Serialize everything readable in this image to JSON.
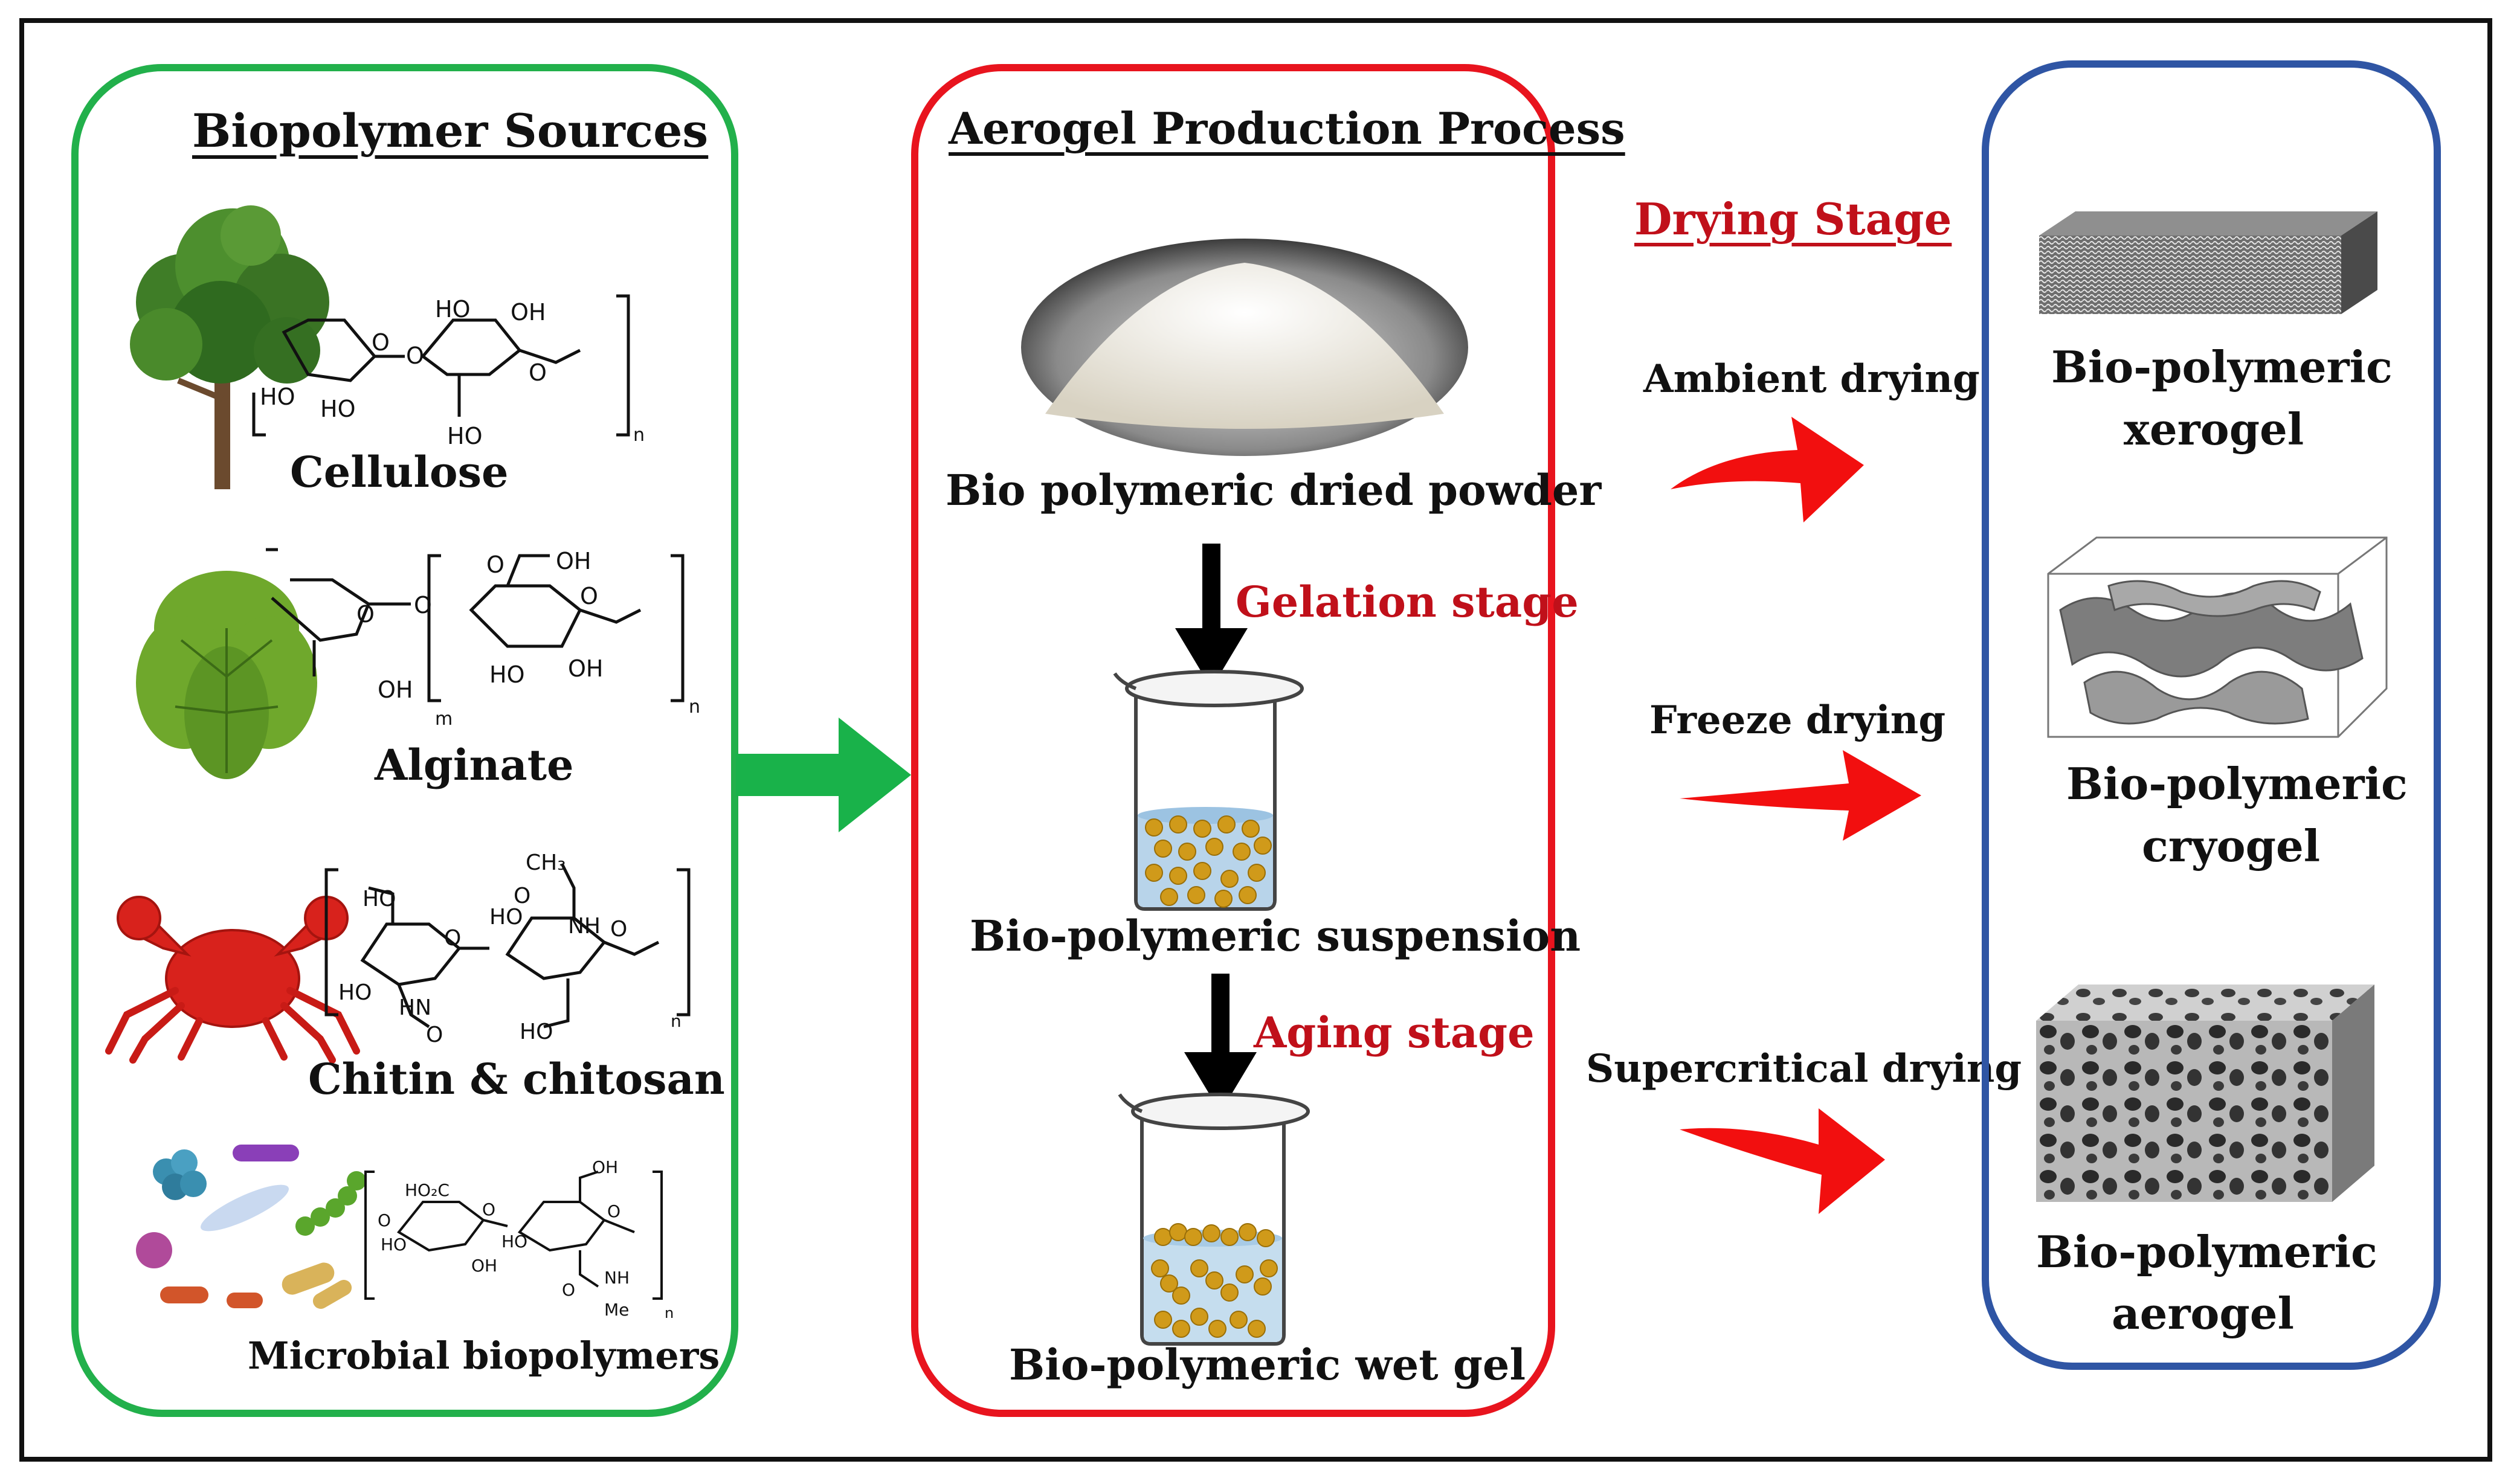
{
  "colors": {
    "sources_border": "#22b04b",
    "process_border": "#e8141e",
    "products_border": "#2f55a4",
    "stage_text": "#c0101a",
    "arrow_red": "#f20f0f",
    "arrow_green": "#19b24a",
    "arrow_black": "#000000"
  },
  "sources": {
    "heading": "Biopolymer Sources",
    "items": [
      {
        "label": "Cellulose",
        "icon": "tree-icon"
      },
      {
        "label": "Alginate",
        "icon": "seaweed-icon"
      },
      {
        "label": "Chitin & chitosan",
        "icon": "crab-icon"
      },
      {
        "label": "Microbial biopolymers",
        "icon": "microbes-icon"
      }
    ],
    "formula_text": {
      "cellulose": [
        "HO",
        "OH",
        "O",
        "O",
        "O",
        "HO",
        "HO",
        "HO",
        "n"
      ],
      "alginate": [
        "O",
        "OH",
        "O",
        "O",
        "O",
        "OH",
        "HO",
        "OH",
        "m",
        "n"
      ],
      "chitin": [
        "CH₃",
        "O",
        "NH",
        "HO",
        "HO",
        "O",
        "O",
        "HO",
        "HN",
        "O",
        "HO",
        "n"
      ],
      "microbial": [
        "OH",
        "HO₂C",
        "O",
        "HO",
        "HO",
        "O",
        "O",
        "OH",
        "NH",
        "O",
        "Me",
        "n"
      ]
    }
  },
  "process": {
    "heading": "Aerogel Production Process",
    "steps": [
      {
        "label": "Bio polymeric dried powder",
        "icon": "powder-icon"
      },
      {
        "label": "Bio-polymeric suspension",
        "icon": "beaker-suspension-icon"
      },
      {
        "label": "Bio-polymeric wet gel",
        "icon": "beaker-gel-icon"
      }
    ],
    "stages": [
      "Gelation stage",
      "Aging stage"
    ]
  },
  "drying": {
    "heading": "Drying Stage",
    "methods": [
      "Ambient drying",
      "Freeze drying",
      "Supercritical drying"
    ]
  },
  "products": {
    "items": [
      {
        "line1": "Bio-polymeric",
        "line2": "xerogel",
        "icon": "xerogel-block-icon"
      },
      {
        "line1": "Bio-polymeric",
        "line2": "cryogel",
        "icon": "cryogel-block-icon"
      },
      {
        "line1": "Bio-polymeric",
        "line2": "aerogel",
        "icon": "aerogel-block-icon"
      }
    ]
  }
}
